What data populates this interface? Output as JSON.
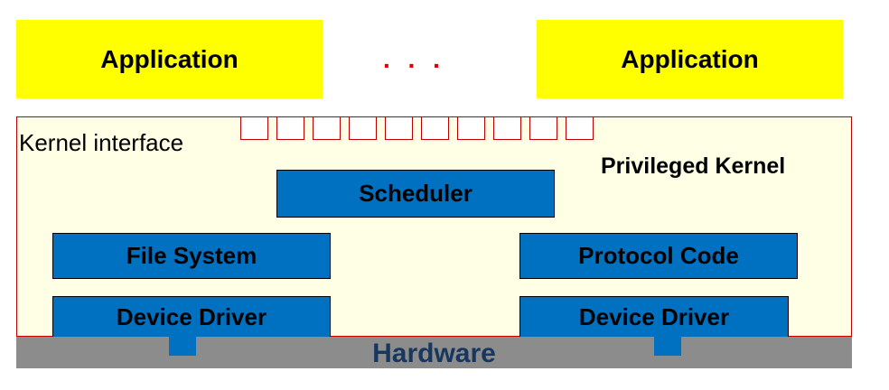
{
  "applications": [
    {
      "label": "Application"
    },
    {
      "label": "Application"
    }
  ],
  "ellipsis": ". . .",
  "kernel": {
    "interface_label": "Kernel interface",
    "privileged_label": "Privileged Kernel",
    "interface_slot_count": 10
  },
  "components": {
    "scheduler": "Scheduler",
    "file_system": "File System",
    "protocol_code": "Protocol Code",
    "device_driver_left": "Device Driver",
    "device_driver_right": "Device Driver"
  },
  "hardware": {
    "label": "Hardware"
  },
  "colors": {
    "application": "#ffff00",
    "kernel_background": "#ffffe6",
    "kernel_border": "#c00000",
    "component": "#0070c0",
    "hardware": "#8c8c8c",
    "hardware_text": "#17375e",
    "ellipsis": "#e00000"
  }
}
